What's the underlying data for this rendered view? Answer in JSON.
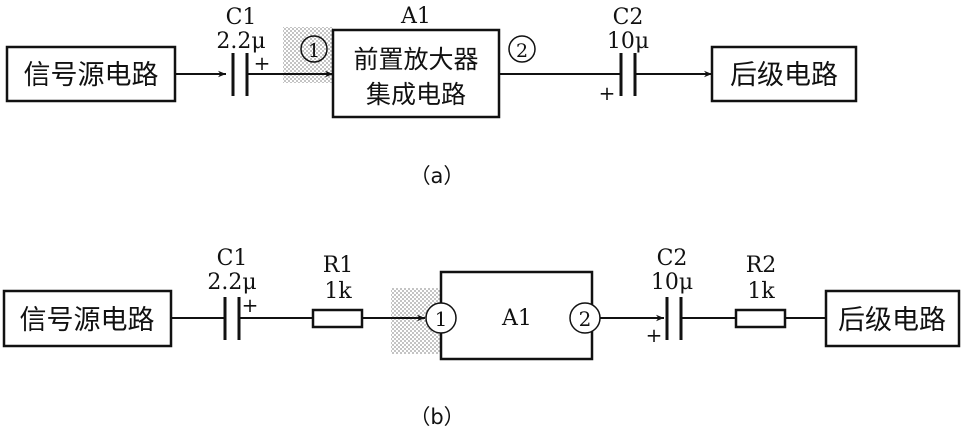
{
  "diagram_a": {
    "caption": "（a）",
    "source_box": "信号源电路",
    "c1_name": "C1",
    "c1_value": "2.2μ",
    "c1_plus": "+",
    "amp_name": "A1",
    "amp_line1": "前置放大器",
    "amp_line2": "集成电路",
    "pin_in": "1",
    "pin_out": "2",
    "c2_name": "C2",
    "c2_value": "10μ",
    "c2_plus": "+",
    "load_box": "后级电路"
  },
  "diagram_b": {
    "caption": "（b）",
    "source_box": "信号源电路",
    "c1_name": "C1",
    "c1_value": "2.2μ",
    "c1_plus": "+",
    "r1_name": "R1",
    "r1_value": "1k",
    "amp_name": "A1",
    "pin_in": "1",
    "pin_out": "2",
    "c2_name": "C2",
    "c2_value": "10μ",
    "c2_plus": "+",
    "r2_name": "R2",
    "r2_value": "1k",
    "load_box": "后级电路"
  }
}
